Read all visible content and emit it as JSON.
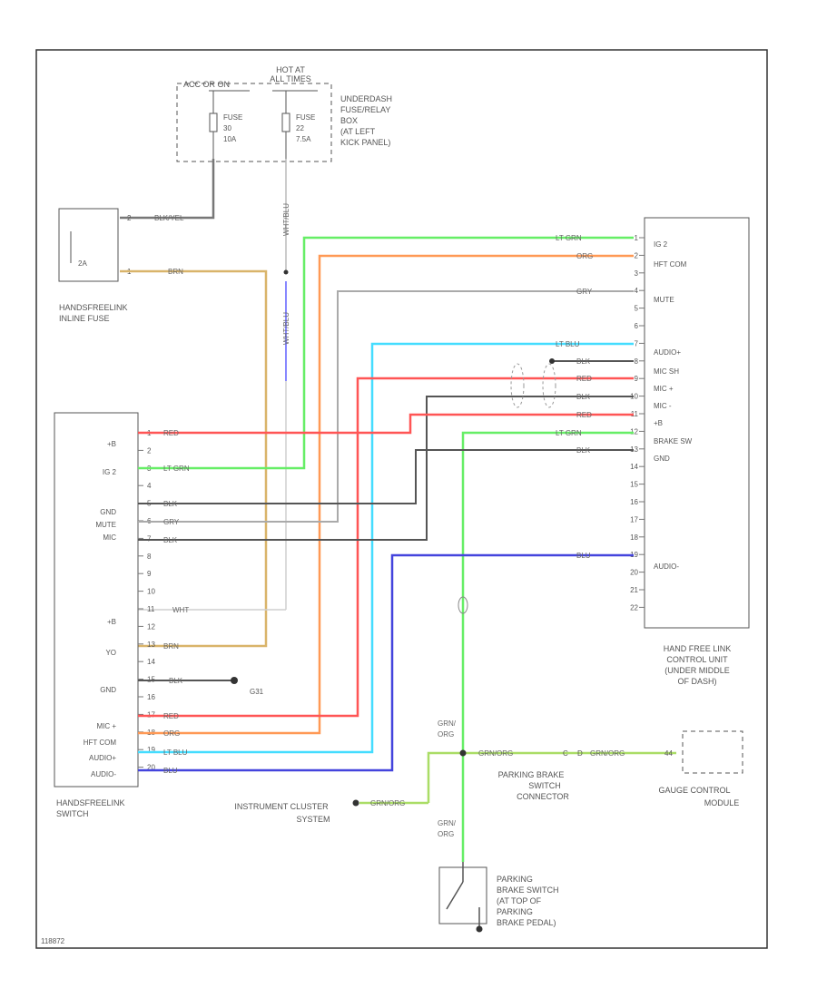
{
  "hot_at": [
    "HOT AT",
    "ALL TIMES"
  ],
  "acc_label": "ACC OR ON",
  "fuse_a": [
    "FUSE",
    "30",
    "10A"
  ],
  "fuse_b": [
    "FUSE",
    "22",
    "7.5A"
  ],
  "underdash_box": [
    "UNDERDASH",
    "FUSE/RELAY",
    "BOX",
    "(AT LEFT",
    "KICK PANEL)"
  ],
  "inline_fuse": {
    "label": [
      "HANDSFREELINK",
      "INLINE FUSE"
    ],
    "pin_a": "2",
    "pin_b": "1",
    "fuse": "2A",
    "wire_top": "BLK/YEL",
    "wire_bottom": "BRN"
  },
  "vertical_wire": "WHT/BLU",
  "switch": {
    "label": [
      "HANDSFREELINK",
      "SWITCH"
    ],
    "terminals": [
      "+B",
      "IG 2",
      "GND",
      "MUTE",
      "MIC",
      "+B",
      "YO",
      "GND",
      "MIC +",
      "HFT COM",
      "AUDIO+",
      "AUDIO-"
    ],
    "pins": [
      "1",
      "2",
      "3",
      "4",
      "5",
      "6",
      "7",
      "8",
      "9",
      "10",
      "11",
      "12",
      "13",
      "14",
      "15",
      "16",
      "17",
      "18",
      "19",
      "20"
    ],
    "ground": "G31"
  },
  "control_unit": {
    "label": [
      "HAND FREE LINK",
      "CONTROL UNIT",
      "(UNDER MIDDLE",
      "OF DASH)"
    ],
    "pins": [
      "1",
      "2",
      "3",
      "4",
      "5",
      "6",
      "7",
      "8",
      "9",
      "10",
      "11",
      "12",
      "13",
      "14",
      "15",
      "16",
      "17",
      "18",
      "19",
      "20",
      "21",
      "22"
    ],
    "terminals": [
      "IG 2",
      "HFT COM",
      "MUTE",
      "AUDIO+",
      "MIC SH",
      "MIC +",
      "MIC -",
      "+B",
      "BRAKE SW",
      "GND",
      "AUDIO-"
    ]
  },
  "wire_colors": {
    "lt_grn": "LT GRN",
    "org": "ORG",
    "gry": "GRY",
    "lt_blu": "LT BLU",
    "blk": "BLK",
    "red": "RED",
    "blu": "BLU",
    "wht": "WHT",
    "grn_org": "GRN/ORG"
  },
  "parking_connector": [
    "PARKING BRAKE",
    "SWITCH",
    "CONNECTOR"
  ],
  "gauge": [
    "GAUGE CONTROL",
    "MODULE"
  ],
  "instrument": [
    "INSTRUMENT CLUSTER",
    "SYSTEM"
  ],
  "grn_org_stack": [
    "GRN/",
    "ORG"
  ],
  "parking_switch": [
    "PARKING",
    "BRAKE SWITCH",
    "(AT TOP OF",
    "PARKING",
    "BRAKE PEDAL)"
  ],
  "gauge_pin": "44",
  "connector_pins": [
    "C",
    "D"
  ],
  "footer": "118872"
}
